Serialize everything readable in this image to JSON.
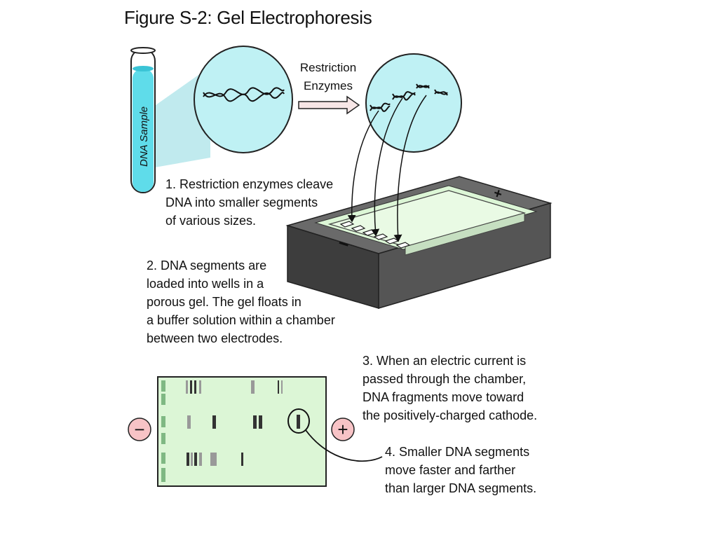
{
  "figure": {
    "title": "Figure S-2: Gel Electrophoresis",
    "tube_label": "DNA Sample",
    "arrow_label": [
      "Restriction",
      "Enzymes"
    ],
    "anode_symbol": "+",
    "cathode_symbol": "−"
  },
  "steps": {
    "step1": [
      "1. Restriction enzymes cleave",
      "DNA into smaller segments",
      "of various sizes."
    ],
    "step2": [
      "2. DNA segments are",
      "loaded into wells in a",
      "porous gel.  The gel floats in",
      "a buffer solution within a chamber",
      "between two electrodes."
    ],
    "step3": [
      "3. When an electric current is",
      "passed through the chamber,",
      "DNA fragments move toward",
      "the positively-charged cathode."
    ],
    "step4": [
      "4. Smaller DNA segments",
      "move faster and farther",
      "than larger DNA segments."
    ]
  },
  "colors": {
    "sample_cyan": "#5fdcea",
    "gel_green": "#dcf6d6",
    "band_dark": "#333333",
    "band_light": "#999999",
    "electrode_pink": "#f7c3c6",
    "chamber_gray": "#555555"
  }
}
